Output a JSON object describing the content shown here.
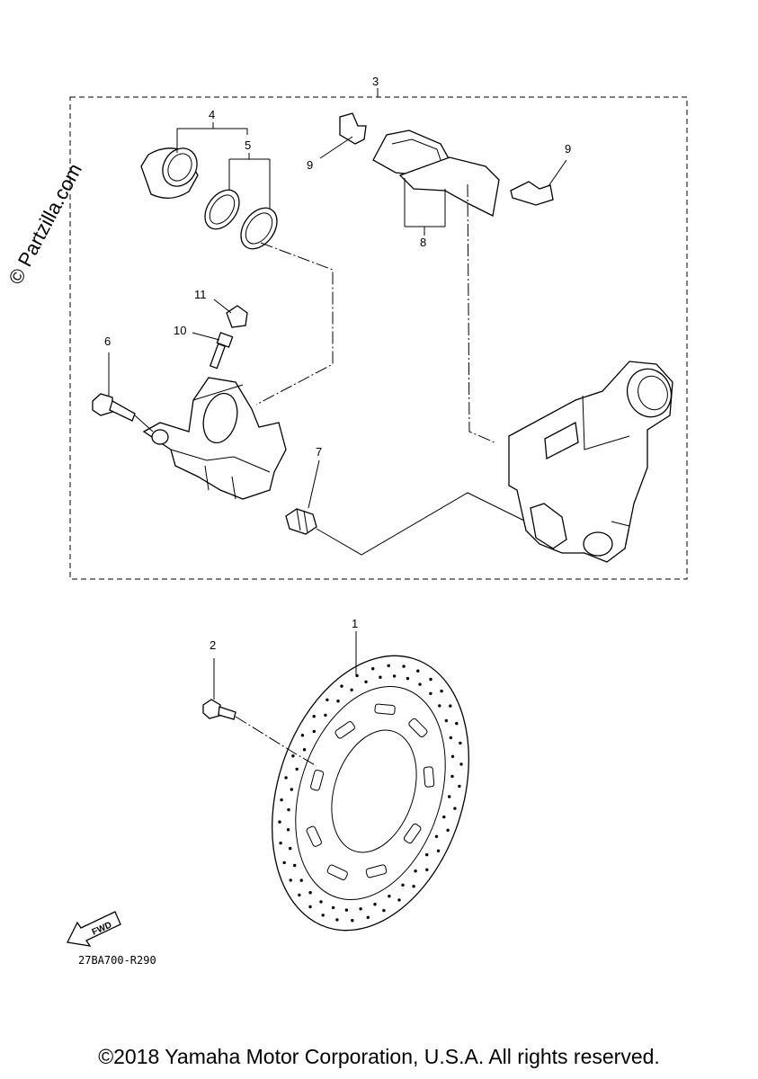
{
  "watermark": "© Partzilla.com",
  "callouts": {
    "c1": "1",
    "c2": "2",
    "c3": "3",
    "c4": "4",
    "c5": "5",
    "c6": "6",
    "c7": "7",
    "c8": "8",
    "c9a": "9",
    "c9b": "9",
    "c10": "10",
    "c11": "11"
  },
  "fwd_label": "FWD",
  "diagram_code": "27BA700-R290",
  "copyright": "©2018 Yamaha Motor Corporation, U.S.A. All rights reserved."
}
